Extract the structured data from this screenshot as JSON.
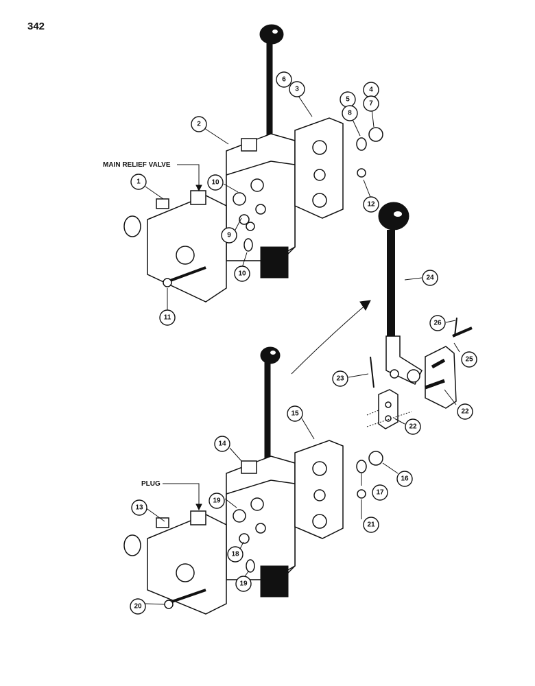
{
  "page_number": "342",
  "labels": {
    "main_relief_valve": "MAIN RELIEF VALVE",
    "plug": "PLUG"
  },
  "callouts": {
    "c1": "1",
    "c2": "2",
    "c3": "3",
    "c4": "4",
    "c5": "5",
    "c6": "6",
    "c7": "7",
    "c8": "8",
    "c9": "9",
    "c10a": "10",
    "c10b": "10",
    "c11": "11",
    "c12": "12",
    "c13": "13",
    "c14": "14",
    "c15": "15",
    "c16": "16",
    "c17": "17",
    "c18": "18",
    "c19a": "19",
    "c19b": "19",
    "c20": "20",
    "c21": "21",
    "c22a": "22",
    "c22b": "22",
    "c23": "23",
    "c24": "24",
    "c25": "25",
    "c26": "26"
  }
}
